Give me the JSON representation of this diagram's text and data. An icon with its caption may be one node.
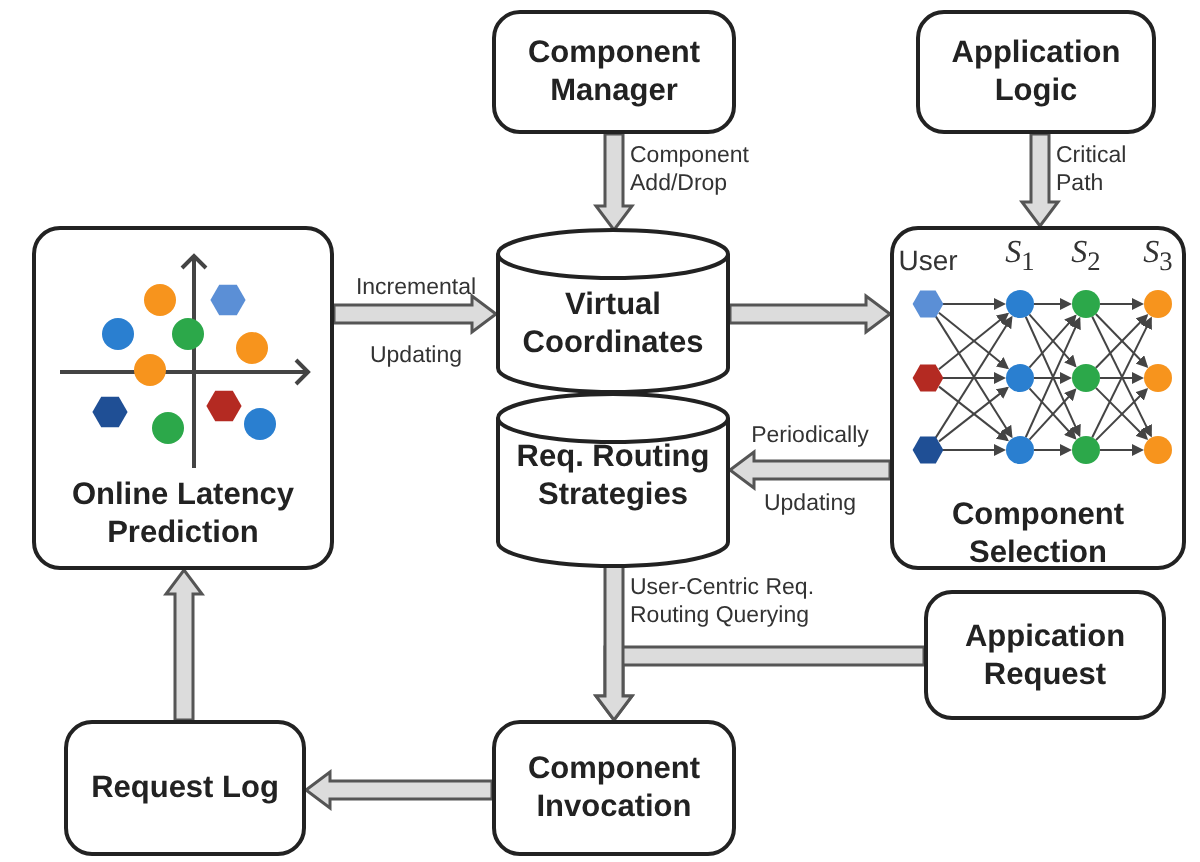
{
  "diagram": {
    "nodes": [
      {
        "text": [
          "Component Manager"
        ]
      },
      {
        "text": [
          "Application Logic"
        ]
      },
      {
        "text": [
          "Online Latency Prediction"
        ]
      },
      {
        "text": [
          "Virtual Coordinates"
        ]
      },
      {
        "text": [
          "Req. Routing Strategies"
        ]
      },
      {
        "text": [
          "Component Selection"
        ]
      },
      {
        "text": [
          "Appication Request"
        ]
      },
      {
        "text": [
          "Request Log"
        ]
      },
      {
        "text": [
          "Component Invocation"
        ]
      }
    ],
    "edges": [
      {
        "from": 0,
        "to": 3,
        "arrow": "to",
        "label": "Component Add/Drop"
      },
      {
        "from": 1,
        "to": 5,
        "arrow": "to",
        "label": "Critical Path"
      },
      {
        "from": 2,
        "to": 3,
        "arrow": "to",
        "label": "Incremental Updating"
      },
      {
        "from": 3,
        "to": 5,
        "arrow": "to"
      },
      {
        "from": 5,
        "to": 4,
        "arrow": "to",
        "label": "Periodically Updating"
      },
      {
        "from": 4,
        "to": 8,
        "arrow": "to",
        "label": "User-Centric Req. Routing Querying"
      },
      {
        "from": 6,
        "to": 8,
        "arrow": "to"
      },
      {
        "from": 8,
        "to": 7,
        "arrow": "to"
      },
      {
        "from": 7,
        "to": 2,
        "arrow": "to"
      }
    ],
    "labels": [
      "User",
      "*S*$_{1}$",
      "*S*$_{2}$",
      "*S*$_{3}$"
    ]
  }
}
